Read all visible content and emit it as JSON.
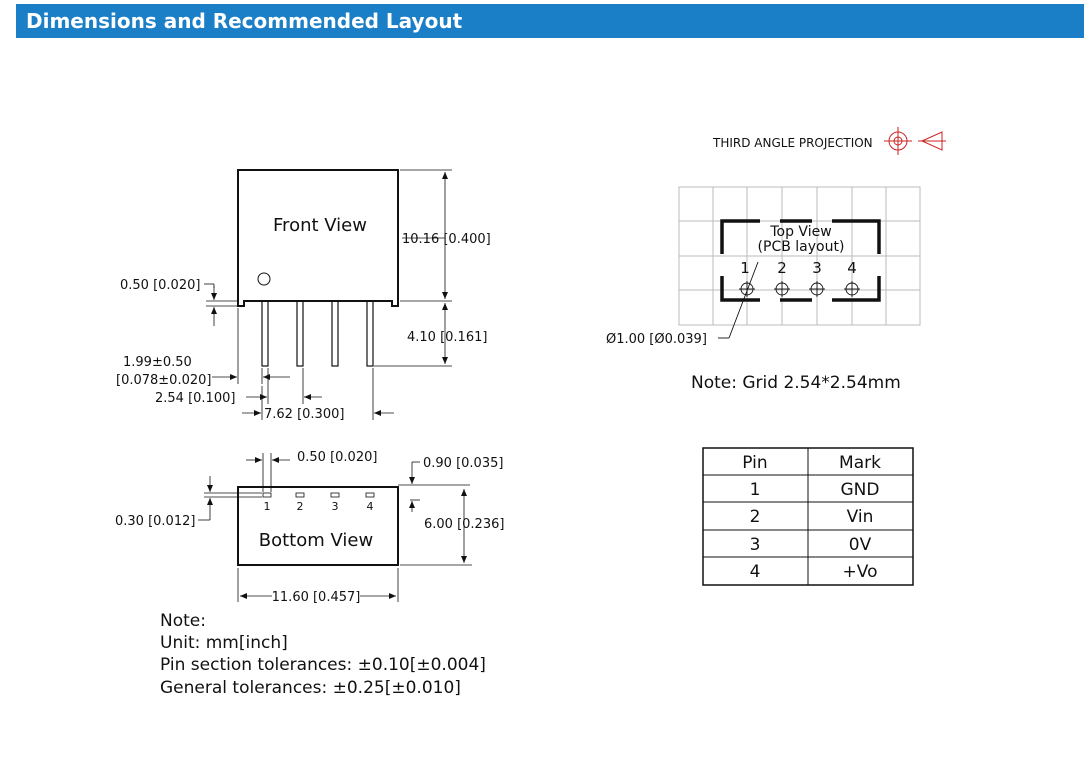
{
  "header": {
    "title": "Dimensions and Recommended Layout",
    "background": "#1b7fc8"
  },
  "projection": {
    "label": "THIRD ANGLE PROJECTION",
    "symbol": "third-angle-projection-symbol"
  },
  "front_view": {
    "label": "Front View",
    "dims": {
      "height": "10.16 [0.400]",
      "pin_length": "4.10 [0.161]",
      "standoff": "0.50 [0.020]",
      "pin_offset_line1": "1.99±0.50",
      "pin_offset_line2": "[0.078±0.020]",
      "pitch": "2.54 [0.100]",
      "span": "7.62 [0.300]"
    }
  },
  "bottom_view": {
    "label": "Bottom View",
    "pins": [
      "1",
      "2",
      "3",
      "4"
    ],
    "dims": {
      "pin_width": "0.50 [0.020]",
      "top_offset": "0.90 [0.035]",
      "pin_thickness": "0.30 [0.012]",
      "depth": "6.00 [0.236]",
      "length": "11.60 [0.457]"
    }
  },
  "top_view": {
    "label_line1": "Top View",
    "label_line2": "(PCB layout)",
    "pins": [
      "1",
      "2",
      "3",
      "4"
    ],
    "hole": "Ø1.00 [Ø0.039]",
    "grid_note": "Note: Grid 2.54*2.54mm"
  },
  "pin_table": {
    "headers": [
      "Pin",
      "Mark"
    ],
    "rows": [
      [
        "1",
        "GND"
      ],
      [
        "2",
        "Vin"
      ],
      [
        "3",
        "0V"
      ],
      [
        "4",
        "+Vo"
      ]
    ]
  },
  "notes": {
    "title": "Note:",
    "lines": [
      "Unit: mm[inch]",
      "Pin section tolerances: ±0.10[±0.004]",
      "General tolerances: ±0.25[±0.010]"
    ]
  }
}
